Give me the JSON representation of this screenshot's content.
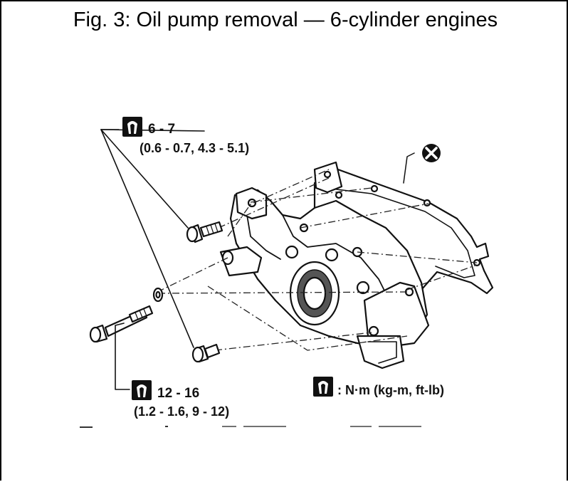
{
  "title": "Fig. 3: Oil pump removal — 6-cylinder engines",
  "labels": {
    "upper_torque_value": "6 - 7",
    "upper_torque_alt": "(0.6 - 0.7, 4.3 - 5.1)",
    "lower_torque_value": "12 - 16",
    "lower_torque_alt": "(1.2 - 1.6, 9 - 12)",
    "units_legend": ":  N·m (kg-m, ft-lb)"
  },
  "icons": {
    "torque_wrench": "torque-wrench-icon",
    "do_not_reuse": "do-not-reuse-icon"
  }
}
